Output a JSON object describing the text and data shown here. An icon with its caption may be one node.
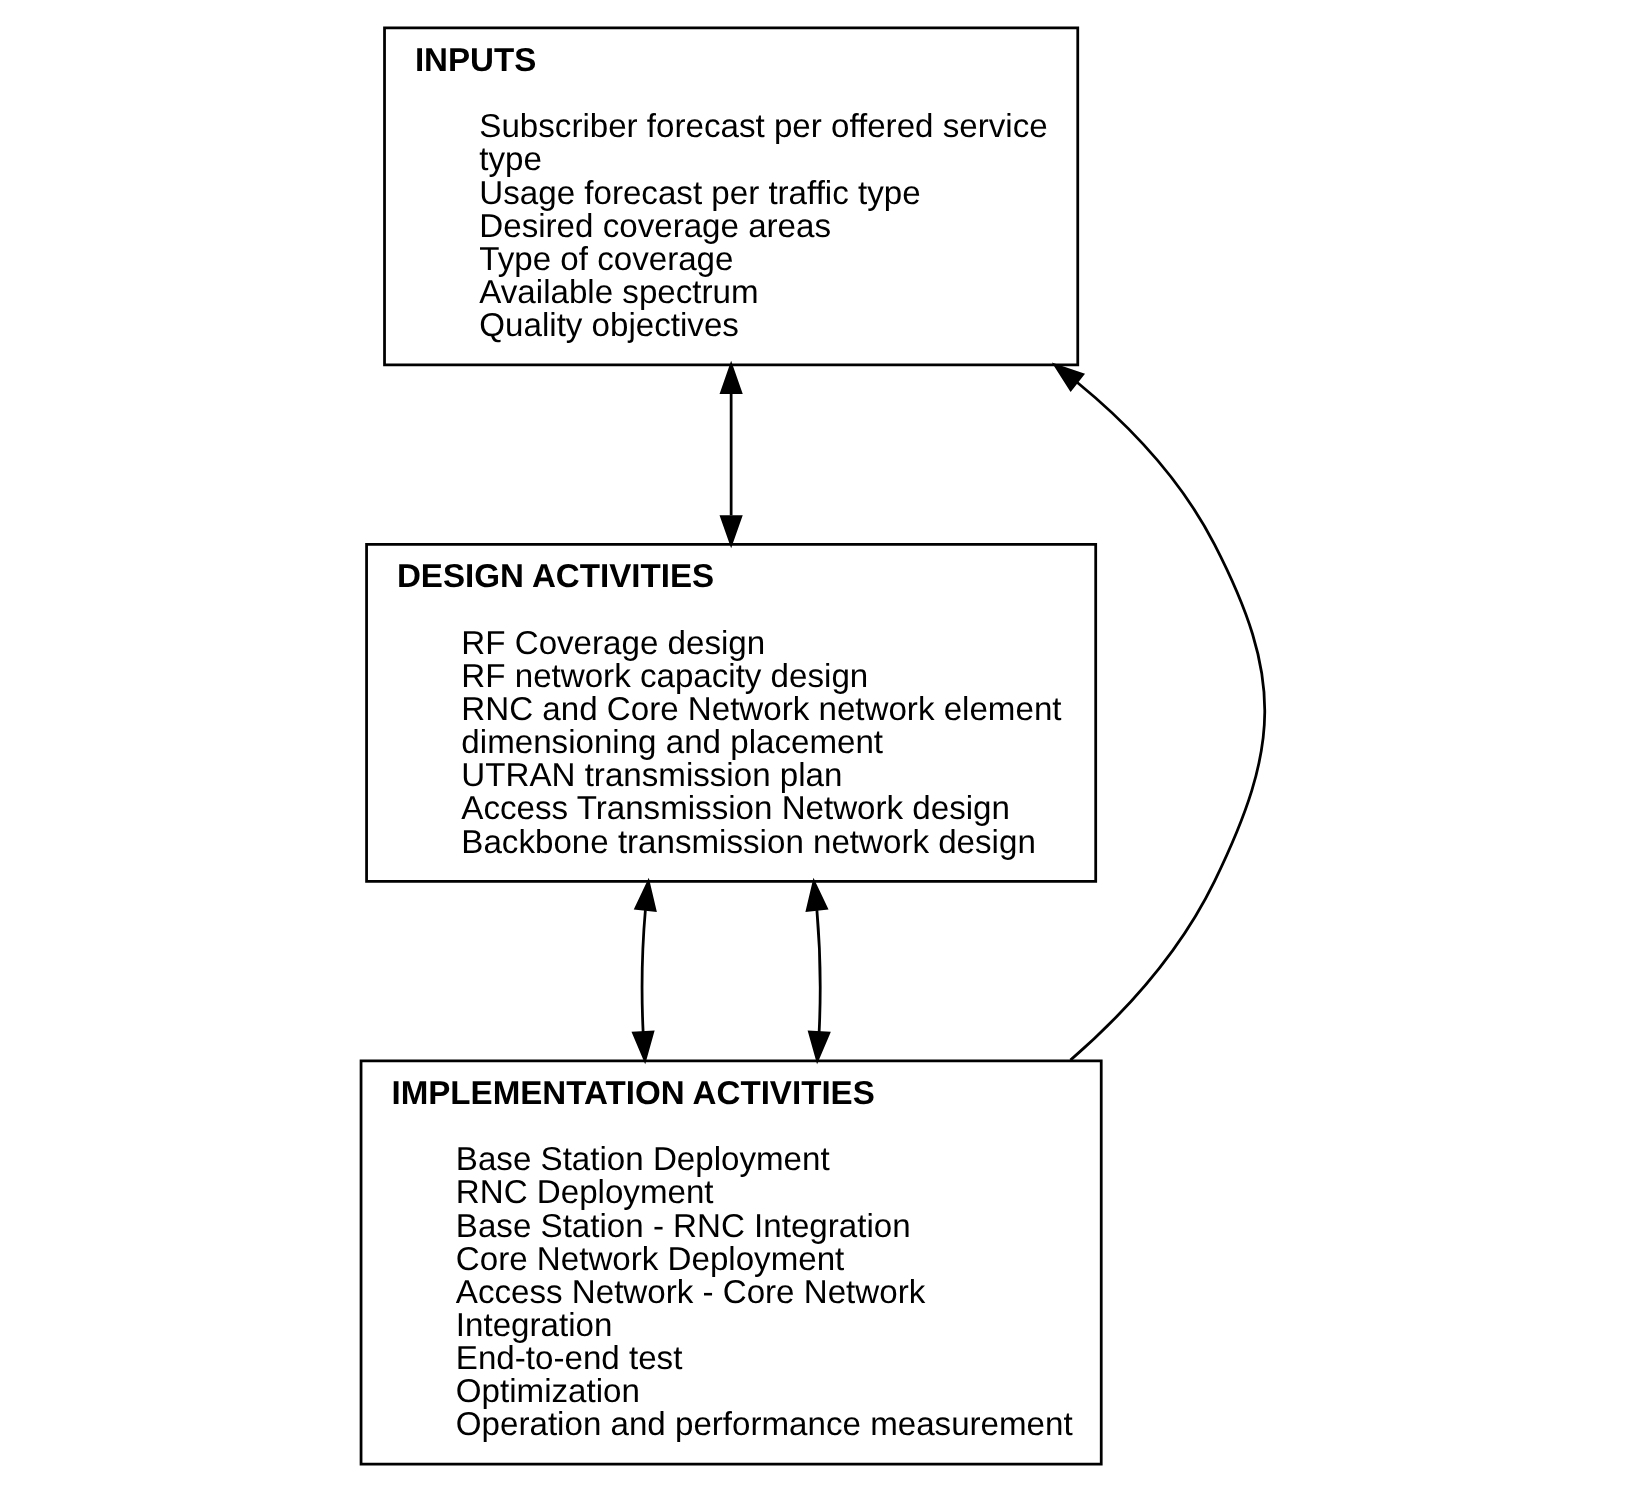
{
  "diagram": {
    "nodes": [
      {
        "text": [
          "INPUTS",
          "Subscriber forecast per offered service type",
          "Usage forecast per traffic type",
          "Desired coverage areas",
          "Type of coverage",
          "Available spectrum",
          "Quality objectives"
        ]
      },
      {
        "text": [
          "DESIGN ACTIVITIES",
          "RF Coverage design",
          "RF network capacity design",
          "RNC and Core Network network element dimensioning and placement",
          "UTRAN transmission plan",
          "Access Transmission Network design",
          "Backbone transmission network design"
        ]
      },
      {
        "text": [
          "IMPLEMENTATION ACTIVITIES",
          "Base Station Deployment",
          "RNC Deployment",
          "Base Station - RNC Integration",
          "Core Network Deployment",
          "Access Network - Core Network Integration",
          "End-to-end test",
          "Optimization",
          "Operation and performance measurement"
        ]
      }
    ],
    "edges": [
      {
        "from": 0,
        "to": 1,
        "arrow": "both"
      },
      {
        "from": 1,
        "to": 2,
        "arrow": "both"
      },
      {
        "from": 1,
        "to": 2,
        "arrow": "both"
      },
      {
        "from": 2,
        "to": 0,
        "arrow": "to"
      }
    ]
  }
}
